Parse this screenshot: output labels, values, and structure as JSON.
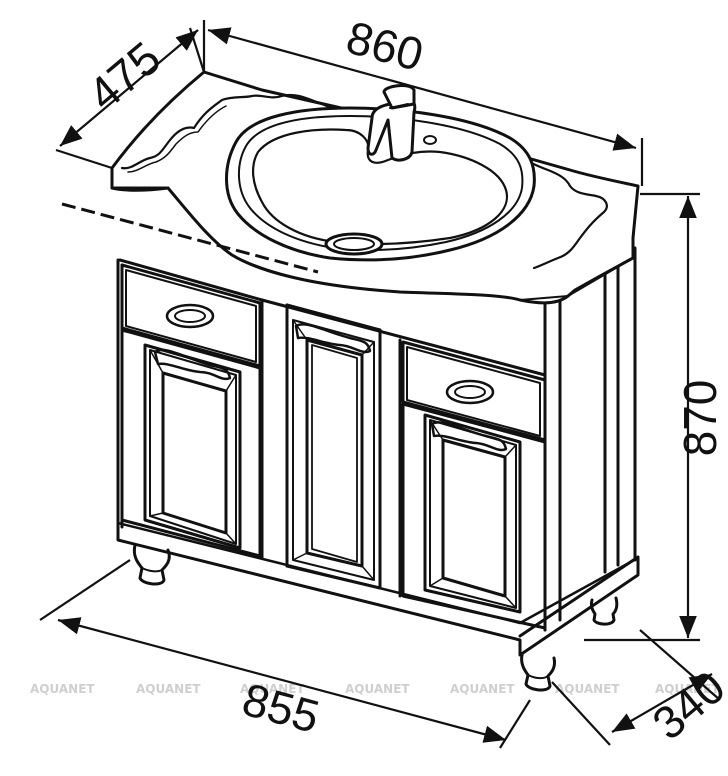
{
  "dimensions": {
    "top_width": "860",
    "top_depth": "475",
    "height": "870",
    "base_width": "855",
    "base_depth": "340"
  },
  "watermark": {
    "text": "AQUANET",
    "count": 7
  },
  "colors": {
    "line": "#111111",
    "watermark": "#cfcfcf"
  }
}
